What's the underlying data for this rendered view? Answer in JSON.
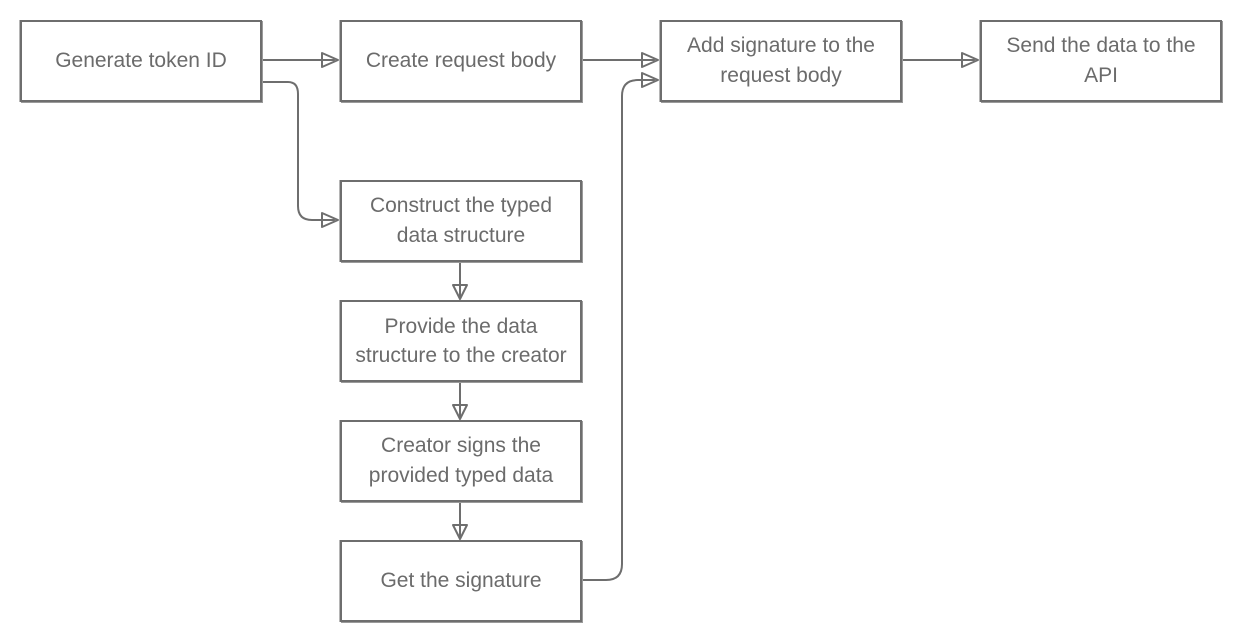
{
  "nodes": {
    "generate": "Generate token ID",
    "create_body": "Create request body",
    "add_signature": "Add signature to the request body",
    "send": "Send the data to the API",
    "construct": "Construct the typed data structure",
    "provide": "Provide the data structure to the creator",
    "signs": "Creator signs the provided typed data",
    "get_sig": "Get the signature"
  },
  "edges": [
    {
      "from": "generate",
      "to": "create_body"
    },
    {
      "from": "generate",
      "to": "construct"
    },
    {
      "from": "create_body",
      "to": "add_signature"
    },
    {
      "from": "add_signature",
      "to": "send"
    },
    {
      "from": "construct",
      "to": "provide"
    },
    {
      "from": "provide",
      "to": "signs"
    },
    {
      "from": "signs",
      "to": "get_sig"
    },
    {
      "from": "get_sig",
      "to": "add_signature"
    }
  ],
  "colors": {
    "stroke": "#6e6e6e",
    "text": "#6b6b6b"
  }
}
